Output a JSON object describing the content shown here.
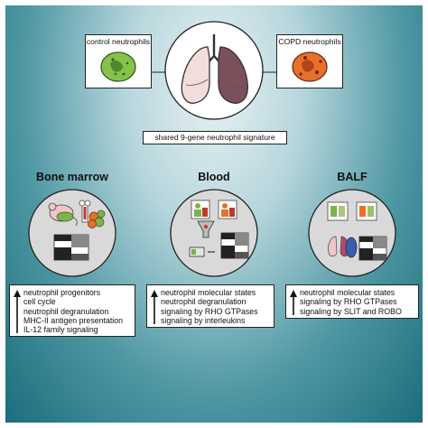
{
  "top": {
    "control_label": "control neutrophils",
    "copd_label": "COPD neutrophils",
    "signature_label": "shared 9-gene neutrophil signature"
  },
  "panels": [
    {
      "title": "Bone marrow",
      "lines": [
        "neutrophil progenitors",
        "cell cycle",
        "neutrophil degranulation",
        "MHC-II antigen presentation",
        "IL-12 family signaling"
      ]
    },
    {
      "title": "Blood",
      "lines": [
        "neutrophil molecular states",
        "neutrophil degranulation",
        "signaling by RHO GTPases",
        "signaling by interleukins"
      ]
    },
    {
      "title": "BALF",
      "lines": [
        "neutrophil molecular states",
        "signaling by RHO GTPases",
        "signaling by SLIT and ROBO"
      ]
    }
  ],
  "colors": {
    "control_cell": "#7cbf3f",
    "copd_cell": "#e8702a",
    "lung_left": "#f2dede",
    "lung_right": "#7a4e57"
  }
}
